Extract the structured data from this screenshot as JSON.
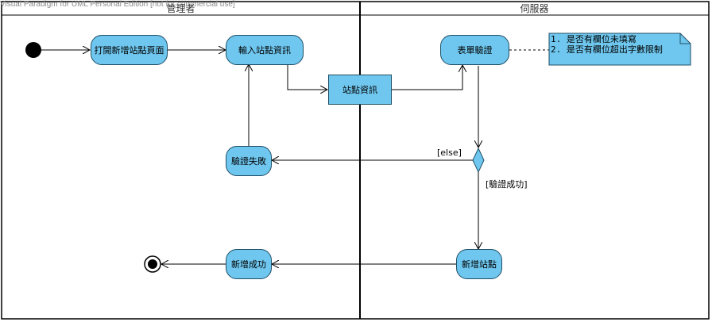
{
  "watermark": "Visual Paradigm for UML Personal Edition [not for commercial use]",
  "lanes": [
    {
      "title": "管理者"
    },
    {
      "title": "伺服器"
    }
  ],
  "nodes": {
    "open_page": "打開新增站點頁面",
    "input_info": "輸入站點資訊",
    "site_info": "站點資訊",
    "form_validate": "表單驗證",
    "validate_fail": "驗證失敗",
    "add_site": "新增站點",
    "add_success": "新增成功"
  },
  "guards": {
    "else": "[else]",
    "success": "[驗證成功]"
  },
  "note": {
    "lines": [
      "1. 是否有欄位未填寫",
      "2. 是否有欄位超出字數限制"
    ]
  },
  "colors": {
    "node_fill": "#6fc7ef",
    "node_stroke": "#1f4f66",
    "line": "#000000"
  }
}
